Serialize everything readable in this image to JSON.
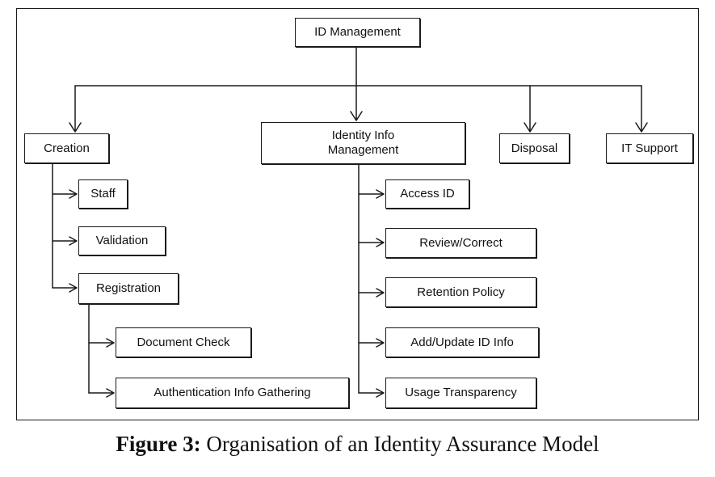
{
  "diagram": {
    "root": "ID Management",
    "branches": {
      "creation": {
        "label": "Creation",
        "children": {
          "staff": "Staff",
          "validation": "Validation",
          "registration": {
            "label": "Registration",
            "children": {
              "document_check": "Document Check",
              "auth_info": "Authentication Info Gathering"
            }
          }
        }
      },
      "identity_info": {
        "label": "Identity Info\nManagement",
        "children": {
          "access_id": "Access ID",
          "review": "Review/Correct",
          "retention": "Retention Policy",
          "add_update": "Add/Update ID Info",
          "usage": "Usage Transparency"
        }
      },
      "disposal": {
        "label": "Disposal"
      },
      "it_support": {
        "label": "IT Support"
      }
    }
  },
  "caption": {
    "prefix": "Figure 3:",
    "text": " Organisation of an Identity Assurance Model"
  },
  "colors": {
    "stroke": "#1a1a1a",
    "background": "#ffffff"
  }
}
